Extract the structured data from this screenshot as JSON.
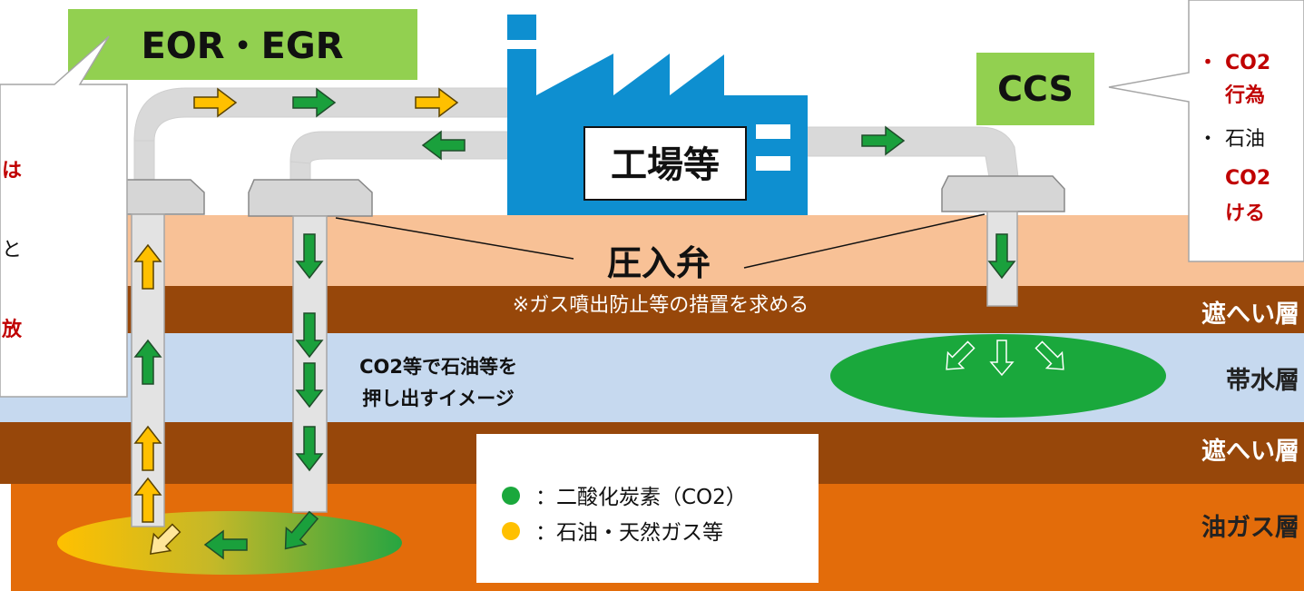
{
  "labels": {
    "eor_egr": "EOR・EGR",
    "ccs": "CCS",
    "factory": "工場等",
    "valve": "圧入弁",
    "valve_note": "※ガス噴出防止等の措置を求める",
    "push_line1": "CO2等で石油等を",
    "push_line2": "押し出すイメージ"
  },
  "layers": {
    "cap1": "遮へい層",
    "aquifer": "帯水層",
    "cap2": "遮へい層",
    "oilgas": "油ガス層"
  },
  "legend": {
    "co2": "：二酸化炭素（CO2）",
    "oil": "：石油・天然ガス等"
  },
  "left_callout": {
    "line1": "は",
    "line2": "と",
    "line3": "放"
  },
  "right_callout": {
    "bullet1_line1": "CO2",
    "bullet1_line2": "行為",
    "bullet2_line1": "石油",
    "bullet2_line2": "CO2",
    "bullet2_line3": "ける"
  },
  "colors": {
    "title_bg": "#92d050",
    "factory_blue": "#0e8fd0",
    "green_arrow": "#1aa03c",
    "oil_arrow": "#ffc000",
    "layer_top": "#f8c196",
    "layer_cap": "#97470a",
    "layer_aquifer": "#c6d9ef",
    "layer_oil": "#e36c0a"
  }
}
